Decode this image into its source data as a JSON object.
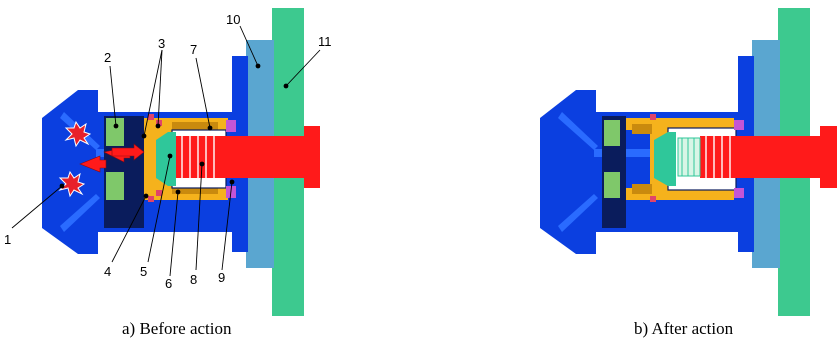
{
  "colors": {
    "housing": "#0B3FE0",
    "housing_dark": "#062A9E",
    "bore": "#1A55F0",
    "plate_light": "#5AA6D0",
    "plate_green": "#3DC98F",
    "bolt": "#FF1A1A",
    "sleeve": "#F5B21C",
    "sleeve_inner": "#C98A0E",
    "charge": "#7FC86A",
    "charge_dark": "#0A1C5C",
    "piston": "#2FC79A",
    "spacer": "#C455D6",
    "seal": "#E0446A",
    "spark": "#E8202A"
  },
  "panel_a": {
    "caption": "a) Before action",
    "callouts": [
      "1",
      "2",
      "3",
      "4",
      "5",
      "6",
      "7",
      "8",
      "9",
      "10",
      "11"
    ]
  },
  "panel_b": {
    "caption": "b) After action"
  }
}
